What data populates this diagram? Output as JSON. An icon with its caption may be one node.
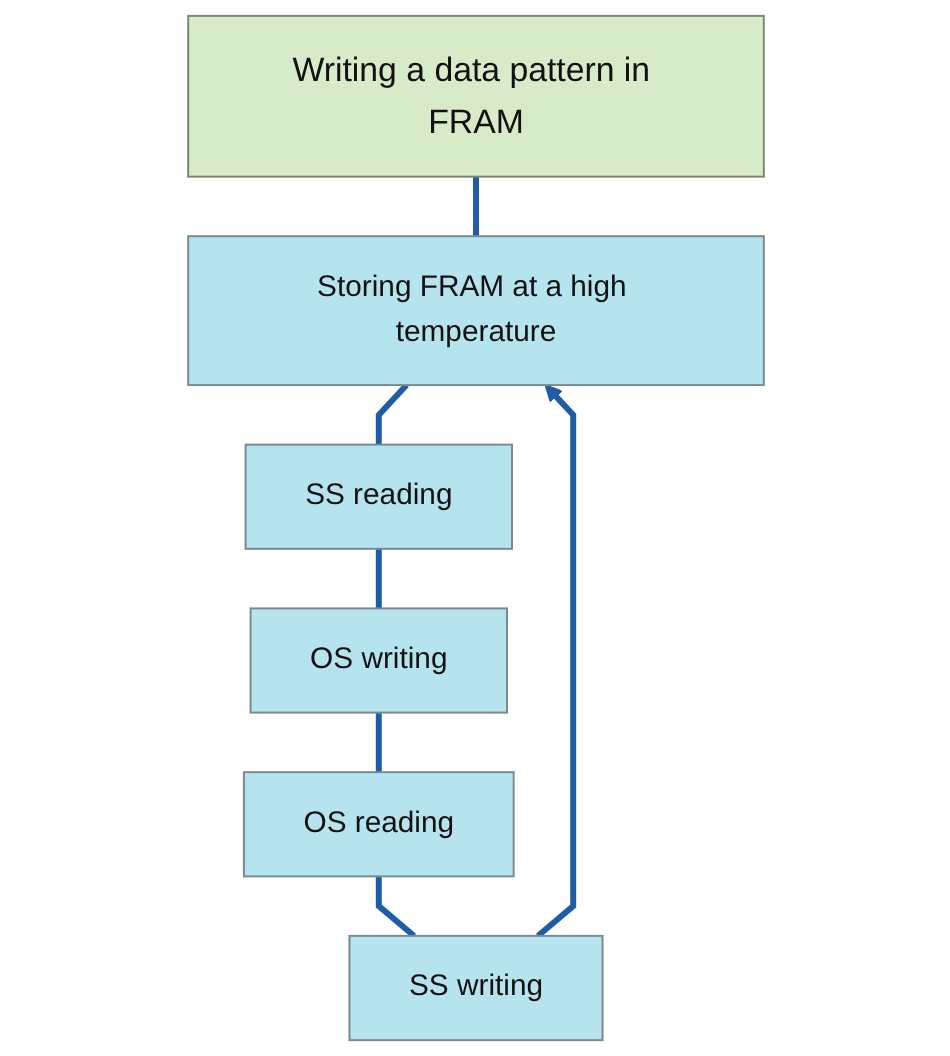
{
  "diagram": {
    "nodes": [
      {
        "text": [
          "Writing a data pattern in FRAM"
        ]
      },
      {
        "text": [
          "Storing FRAM at a high temperature"
        ]
      },
      {
        "text": [
          "SS reading"
        ]
      },
      {
        "text": [
          "OS writing"
        ]
      },
      {
        "text": [
          "OS reading"
        ]
      },
      {
        "text": [
          "SS writing"
        ]
      }
    ],
    "edges": [
      {
        "from": 0,
        "to": 1,
        "arrow": "none"
      },
      {
        "from": 1,
        "to": 2,
        "arrow": "none"
      },
      {
        "from": 2,
        "to": 3,
        "arrow": "none"
      },
      {
        "from": 3,
        "to": 4,
        "arrow": "none"
      },
      {
        "from": 4,
        "to": 5,
        "arrow": "none"
      },
      {
        "from": 5,
        "to": 1,
        "arrow": "to"
      }
    ]
  }
}
